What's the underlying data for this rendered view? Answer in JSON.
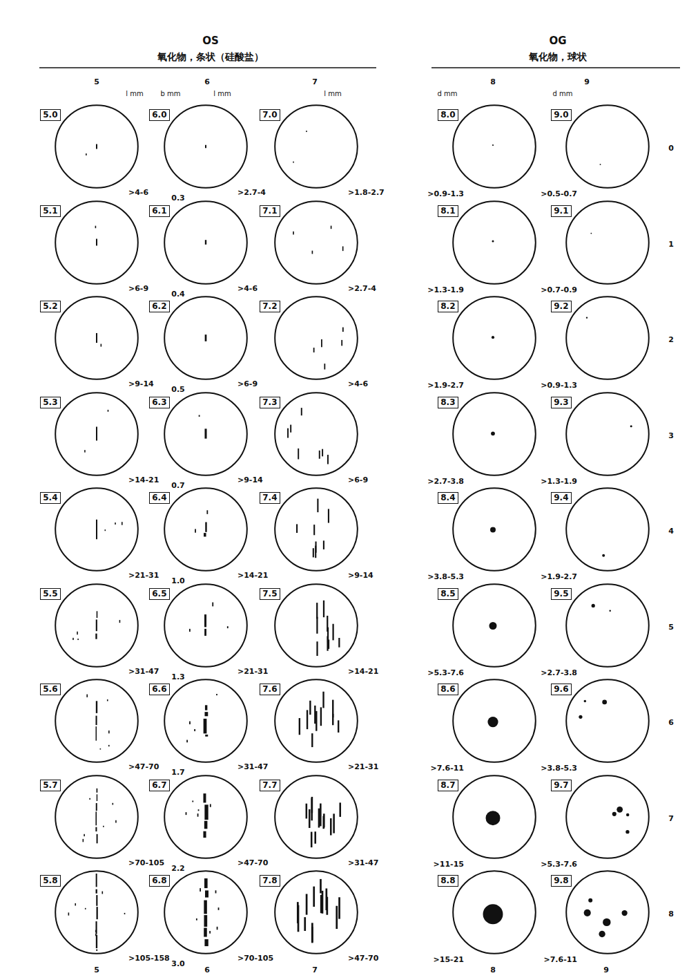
{
  "diagram": {
    "nodes": [
      {
        "text": [
          "5.0",
          ">4-6"
        ]
      },
      {
        "text": [
          "6.0",
          ">2.7-4"
        ]
      },
      {
        "text": [
          "7.0",
          ">1.8-2.7"
        ]
      },
      {
        "text": [
          "8.0",
          ">0.9-1.3"
        ]
      },
      {
        "text": [
          "9.0",
          ">0.5-0.7"
        ]
      },
      {
        "text": [
          "5.1",
          ">6-9"
        ]
      },
      {
        "text": [
          "6.1",
          ">4-6"
        ]
      },
      {
        "text": [
          "7.1",
          ">2.7-4"
        ]
      },
      {
        "text": [
          "8.1",
          ">1.3-1.9"
        ]
      },
      {
        "text": [
          "9.1",
          ">0.7-0.9"
        ]
      },
      {
        "text": [
          "5.2",
          ">9-14"
        ]
      },
      {
        "text": [
          "6.2",
          ">6-9"
        ]
      },
      {
        "text": [
          "7.2",
          ">4-6"
        ]
      },
      {
        "text": [
          "8.2",
          ">1.9-2.7"
        ]
      },
      {
        "text": [
          "9.2",
          ">0.9-1.3"
        ]
      },
      {
        "text": [
          "5.3",
          ">14-21"
        ]
      },
      {
        "text": [
          "6.3",
          ">9-14"
        ]
      },
      {
        "text": [
          "7.3",
          ">6-9"
        ]
      },
      {
        "text": [
          "8.3",
          ">2.7-3.8"
        ]
      },
      {
        "text": [
          "9.3",
          ">1.3-1.9"
        ]
      },
      {
        "text": [
          "5.4",
          ">21-31"
        ]
      },
      {
        "text": [
          "6.4",
          ">14-21"
        ]
      },
      {
        "text": [
          "7.4",
          ">9-14"
        ]
      },
      {
        "text": [
          "8.4",
          ">3.8-5.3"
        ]
      },
      {
        "text": [
          "9.4",
          ">1.9-2.7"
        ]
      },
      {
        "text": [
          "5.5",
          ">31-47"
        ]
      },
      {
        "text": [
          "6.5",
          ">21-31"
        ]
      },
      {
        "text": [
          "7.5",
          ">14-21"
        ]
      },
      {
        "text": [
          "8.5",
          ">5.3-7.6"
        ]
      },
      {
        "text": [
          "9.5",
          ">2.7-3.8"
        ]
      },
      {
        "text": [
          "5.6",
          ">47-70"
        ]
      },
      {
        "text": [
          "6.6",
          ">31-47"
        ]
      },
      {
        "text": [
          "7.6",
          ">21-31"
        ]
      },
      {
        "text": [
          "8.6",
          ">7.6-11"
        ]
      },
      {
        "text": [
          "9.6",
          ">3.8-5.3"
        ]
      },
      {
        "text": [
          "5.7",
          ">70-105"
        ]
      },
      {
        "text": [
          "6.7",
          ">47-70"
        ]
      },
      {
        "text": [
          "7.7",
          ">31-47"
        ]
      },
      {
        "text": [
          "8.7",
          ">11-15"
        ]
      },
      {
        "text": [
          "9.7",
          ">5.3-7.6"
        ]
      },
      {
        "text": [
          "5.8",
          ">105-158"
        ]
      },
      {
        "text": [
          "6.8",
          ">70-105"
        ]
      },
      {
        "text": [
          "7.8",
          ">47-70"
        ]
      },
      {
        "text": [
          "8.8",
          ">15-21"
        ]
      },
      {
        "text": [
          "9.8",
          ">7.6-11"
        ]
      }
    ],
    "labels": [
      "OS",
      "氧化物，条状（硅酸盐）",
      "OG",
      "氧化物，球状",
      "5",
      "l mm",
      "b mm",
      "6",
      "l mm",
      "7",
      "l mm",
      "8",
      "d mm",
      "9",
      "d mm",
      "0.3",
      "0.4",
      "0.5",
      "0.7",
      "1.0",
      "1.3",
      "1.7",
      "2.2",
      "3.0",
      "0",
      "1",
      "2",
      "3",
      "4",
      "5",
      "6",
      "7",
      "8",
      "5",
      "6",
      "7",
      "8",
      "9"
    ]
  }
}
